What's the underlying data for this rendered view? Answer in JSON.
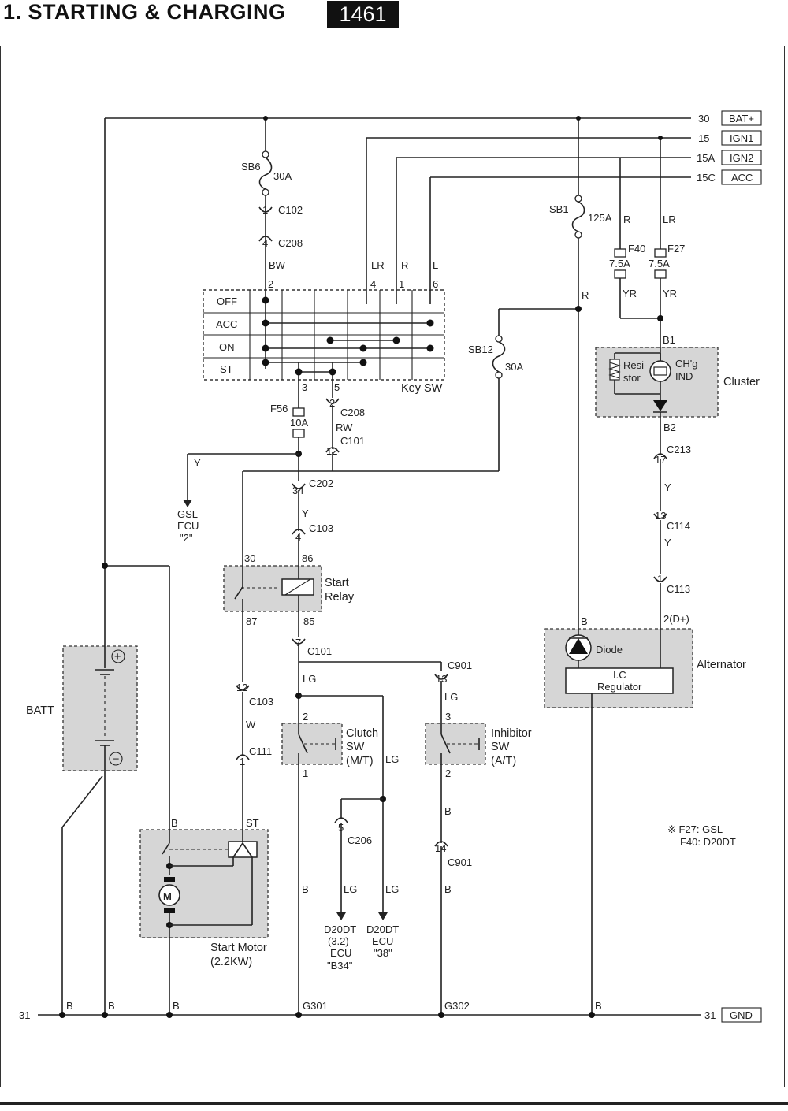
{
  "header": {
    "title": "1. STARTING & CHARGING",
    "page_number": "1461"
  },
  "right_bus": [
    {
      "num": "30",
      "name": "BAT+"
    },
    {
      "num": "15",
      "name": "IGN1"
    },
    {
      "num": "15A",
      "name": "IGN2"
    },
    {
      "num": "15C",
      "name": "ACC"
    }
  ],
  "ground_bus": {
    "num_left": "31",
    "num_right": "31",
    "name": "GND"
  },
  "fuses": {
    "sb6": {
      "name": "SB6",
      "rating": "30A"
    },
    "sb12": {
      "name": "SB12",
      "rating": "30A"
    },
    "sb1": {
      "name": "SB1",
      "rating": "125A"
    },
    "f56": {
      "name": "F56",
      "rating": "10A"
    },
    "f40": {
      "name": "F40",
      "rating": "7.5A"
    },
    "f27": {
      "name": "F27",
      "rating": "7.5A"
    }
  },
  "key_switch": {
    "label": "Key SW",
    "positions": [
      "OFF",
      "ACC",
      "ON",
      "ST"
    ],
    "top_pins": [
      "2",
      "4",
      "1",
      "6"
    ],
    "bottom_pins": [
      "3",
      "5"
    ]
  },
  "connectors": {
    "c102": {
      "pin": "1",
      "name": "C102"
    },
    "c208a": {
      "pin": "4",
      "name": "C208"
    },
    "c208b": {
      "pin": "2",
      "name": "C208"
    },
    "c101a": {
      "pin": "12",
      "name": "C101"
    },
    "c202": {
      "pin": "34",
      "name": "C202"
    },
    "c103a": {
      "pin": "4",
      "name": "C103"
    },
    "c101b": {
      "pin": "7",
      "name": "C101"
    },
    "c103b": {
      "pin": "12",
      "name": "C103"
    },
    "c111": {
      "pin": "1",
      "name": "C111"
    },
    "c206": {
      "pin": "5",
      "name": "C206"
    },
    "c901a": {
      "pin": "13",
      "name": "C901"
    },
    "c901b": {
      "pin": "14",
      "name": "C901"
    },
    "c213": {
      "pin": "17",
      "name": "C213"
    },
    "c114": {
      "pin": "13",
      "name": "C114"
    },
    "c113": {
      "pin": "1",
      "name": "C113"
    }
  },
  "wires": {
    "bw": "BW",
    "lr": "LR",
    "r": "R",
    "l": "L",
    "rw": "RW",
    "y": "Y",
    "yr": "YR",
    "lg": "LG",
    "w": "W",
    "b": "B"
  },
  "components": {
    "batt": "BATT",
    "gsl_ecu": [
      "GSL",
      "ECU",
      "\"2\""
    ],
    "start_relay": [
      "Start",
      "Relay"
    ],
    "relay_pins": {
      "p30": "30",
      "p86": "86",
      "p87": "87",
      "p85": "85"
    },
    "clutch": [
      "Clutch",
      "SW",
      "(M/T)"
    ],
    "clutch_pins": {
      "top": "2",
      "bottom": "1"
    },
    "inhibitor": [
      "Inhibitor",
      "SW",
      "(A/T)"
    ],
    "inhibitor_pins": {
      "top": "3",
      "bottom": "2"
    },
    "start_motor": [
      "Start Motor",
      "(2.2KW)"
    ],
    "motor_symbol": "M",
    "motor_pins": {
      "b": "B",
      "st": "ST"
    },
    "ecu_b34": [
      "D20DT",
      "(3.2)",
      "ECU",
      "\"B34\""
    ],
    "ecu_38": [
      "D20DT",
      "ECU",
      "\"38\""
    ],
    "cluster": "Cluster",
    "cluster_resistor": [
      "Resi-",
      "stor"
    ],
    "cluster_ind": [
      "CH'g",
      "IND"
    ],
    "cluster_pins": {
      "b1": "B1",
      "b2": "B2"
    },
    "alternator": "Alternator",
    "alt_diode": "Diode",
    "alt_regulator": [
      "I.C",
      "Regulator"
    ],
    "alt_pins": {
      "b": "B",
      "d": "2(D+)"
    }
  },
  "grounds": {
    "g301": "G301",
    "g302": "G302"
  },
  "notes": [
    "※ F27: GSL",
    "F40: D20DT"
  ]
}
